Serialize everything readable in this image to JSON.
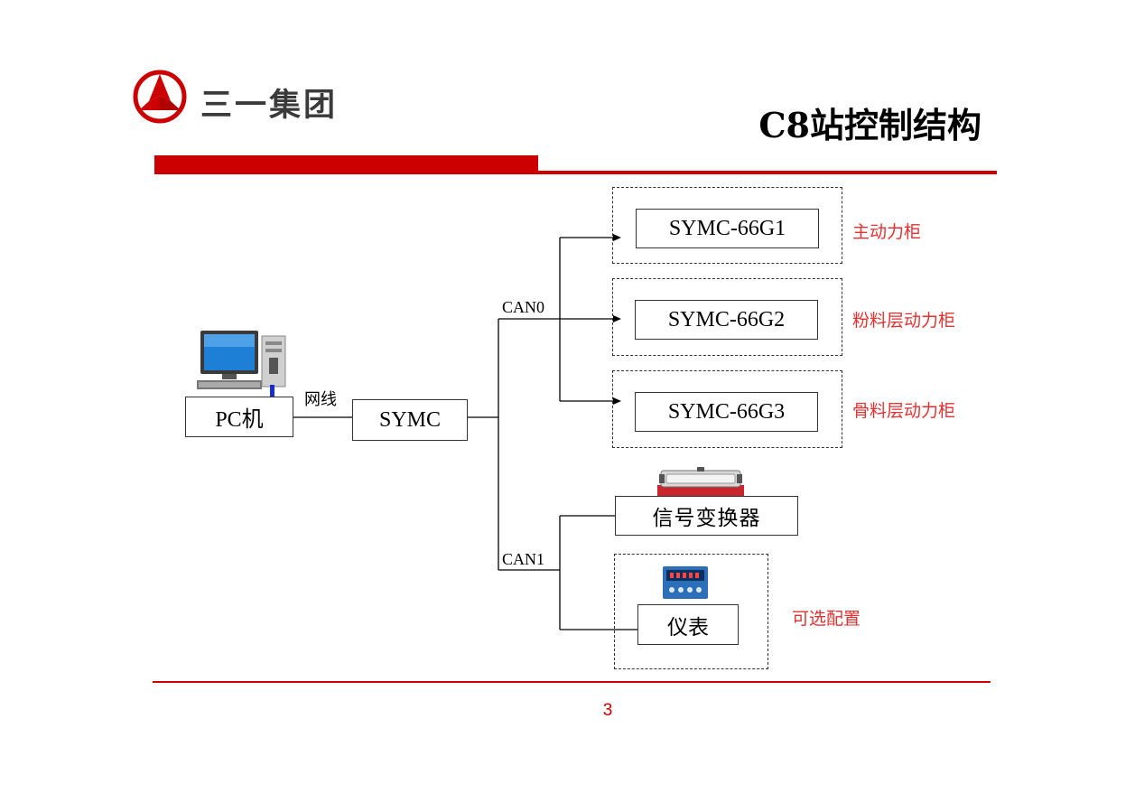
{
  "header": {
    "logo_text": "三一集团",
    "title": "C8站控制结构",
    "brand_color": "#cc0000"
  },
  "diagram": {
    "pc": {
      "label": "PC机",
      "icon": "desktop-computer-icon"
    },
    "network_label": "网线",
    "controller": {
      "label": "SYMC"
    },
    "can0_label": "CAN0",
    "can1_label": "CAN1",
    "cabinets": [
      {
        "label": "SYMC-66G1",
        "desc": "主动力柜"
      },
      {
        "label": "SYMC-66G2",
        "desc": "粉料层动力柜"
      },
      {
        "label": "SYMC-66G3",
        "desc": "骨料层动力柜"
      }
    ],
    "converter": {
      "label": "信号变换器",
      "icon": "signal-converter-device-icon"
    },
    "meter": {
      "label": "仪表",
      "icon": "meter-device-icon"
    },
    "optional_label": "可选配置",
    "label_color": "#e53030"
  },
  "footer": {
    "page_number": "3"
  }
}
